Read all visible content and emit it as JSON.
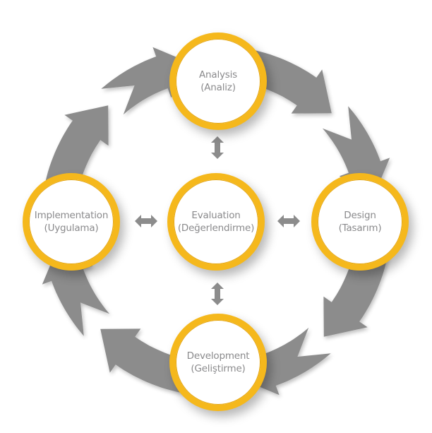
{
  "diagram": {
    "type": "cycle",
    "colors": {
      "node_ring": "#f5b81c",
      "node_fill": "#ffffff",
      "text": "#8a8a8c",
      "arrow": "#8c8c8c",
      "background": "#ffffff"
    },
    "nodes": {
      "analysis": {
        "title": "Analysis",
        "subtitle": "(Analiz)"
      },
      "design": {
        "title": "Design",
        "subtitle": "(Tasarım)"
      },
      "development": {
        "title": "Development",
        "subtitle": "(Geliştirme)"
      },
      "implementation": {
        "title": "Implementation",
        "subtitle": "(Uygulama)"
      },
      "evaluation": {
        "title": "Evaluation",
        "subtitle": "(Değerlendirme)"
      }
    },
    "cycle_order": [
      "analysis",
      "design",
      "development",
      "implementation"
    ],
    "cycle_direction": "clockwise",
    "bidirectional_links": [
      [
        "evaluation",
        "analysis"
      ],
      [
        "evaluation",
        "design"
      ],
      [
        "evaluation",
        "development"
      ],
      [
        "evaluation",
        "implementation"
      ]
    ]
  }
}
